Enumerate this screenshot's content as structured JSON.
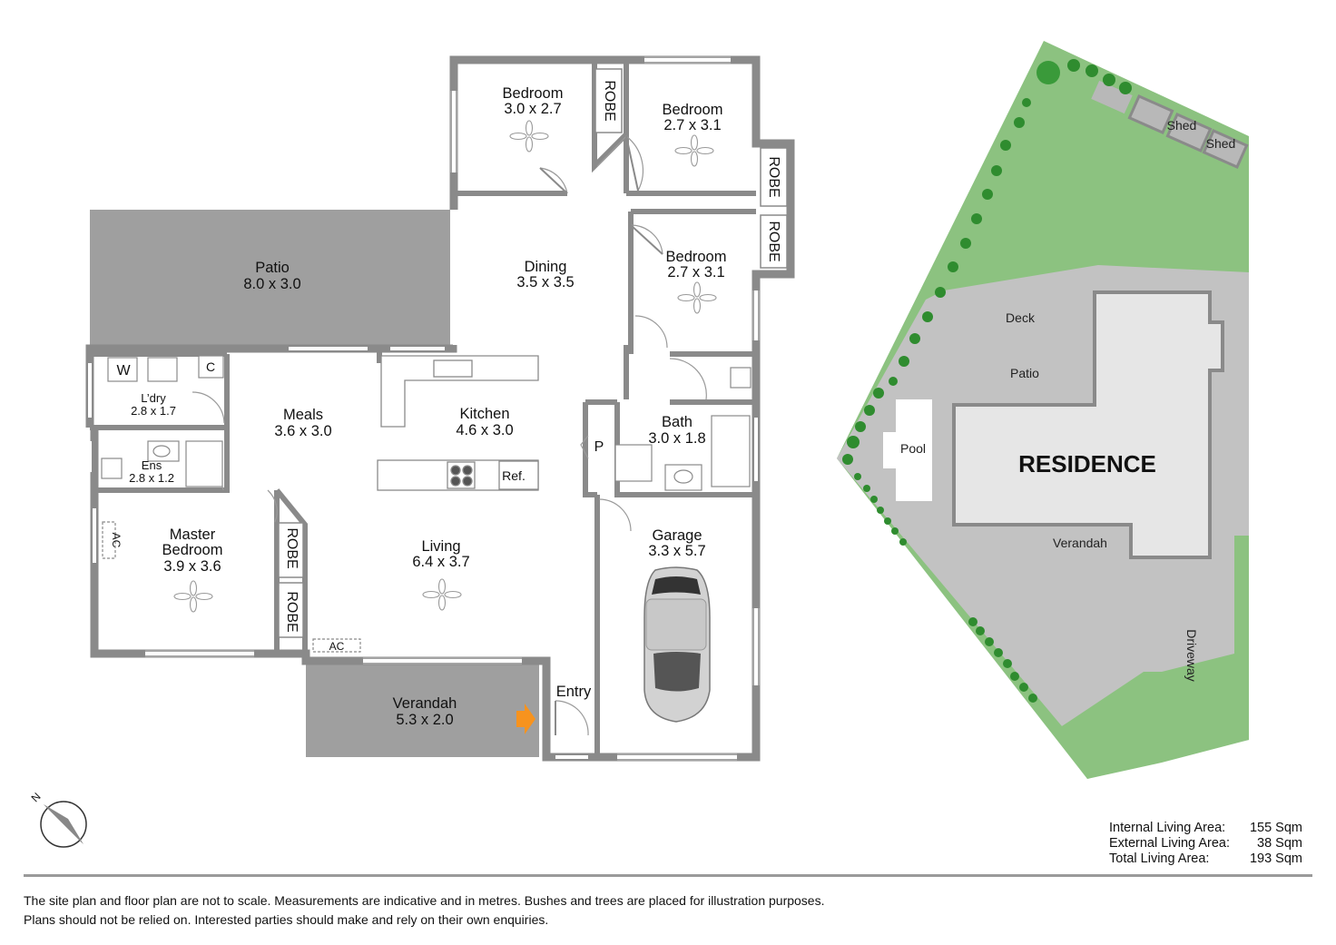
{
  "rooms": {
    "bedroom_a": {
      "name": "Bedroom",
      "dim": "3.0 x 2.7"
    },
    "bedroom_b": {
      "name": "Bedroom",
      "dim": "2.7 x 3.1"
    },
    "bedroom_c": {
      "name": "Bedroom",
      "dim": "2.7 x 3.1"
    },
    "dining": {
      "name": "Dining",
      "dim": "3.5 x 3.5"
    },
    "patio": {
      "name": "Patio",
      "dim": "8.0 x 3.0"
    },
    "laundry": {
      "name": "L’dry",
      "dim": "2.8 x 1.7"
    },
    "meals": {
      "name": "Meals",
      "dim": "3.6 x 3.0"
    },
    "kitchen": {
      "name": "Kitchen",
      "dim": "4.6 x 3.0"
    },
    "bath": {
      "name": "Bath",
      "dim": "3.0 x 1.8"
    },
    "ensuite": {
      "name": "Ens",
      "dim": "2.8 x 1.2"
    },
    "master": {
      "name1": "Master",
      "name2": "Bedroom",
      "dim": "3.9 x 3.6"
    },
    "living": {
      "name": "Living",
      "dim": "6.4 x 3.7"
    },
    "garage": {
      "name": "Garage",
      "dim": "3.3 x 5.7"
    },
    "verandah": {
      "name": "Verandah",
      "dim": "5.3 x 2.0"
    },
    "entry": {
      "name": "Entry"
    }
  },
  "fixtures": {
    "robe": "ROBE",
    "washer": "W",
    "cupboard": "C",
    "pantry": "P",
    "fridge": "Ref.",
    "ac": "AC"
  },
  "site_plan": {
    "residence": "RESIDENCE",
    "deck": "Deck",
    "patio": "Patio",
    "pool": "Pool",
    "verandah": "Verandah",
    "driveway": "Driveway",
    "shed": "Shed",
    "compass": "N"
  },
  "areas": [
    {
      "label": "Internal Living Area:",
      "value": "155 Sqm"
    },
    {
      "label": "External Living Area:",
      "value": "38 Sqm"
    },
    {
      "label": "Total Living Area:",
      "value": "193 Sqm"
    }
  ],
  "disclaimer": {
    "line1": "The site plan and floor plan are not to scale. Measurements are indicative and in metres. Bushes and trees are placed for illustration purposes.",
    "line2": "Plans should not be relied on. Interested parties should make and rely on their own enquiries."
  },
  "colors": {
    "wall": "#8a8a8a",
    "outdoor": "#9f9f9f",
    "lawn": "#8cc280",
    "tree": "#2f8c2f",
    "site_paving": "#c2c2c2",
    "entry_arrow": "#f7931e"
  }
}
